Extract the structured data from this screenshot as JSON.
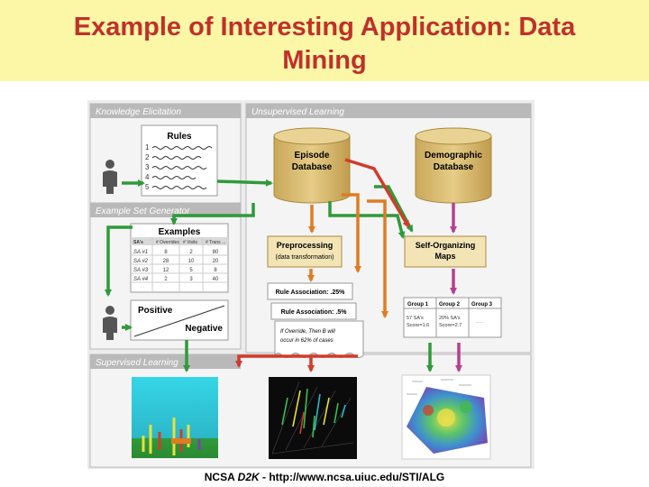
{
  "slide": {
    "title_line1": "Example of Interesting Application: Data",
    "title_line2": "Mining",
    "footer_prefix": "NCSA ",
    "footer_italic": "D2K",
    "footer_suffix": " - http://www.ncsa.uiuc.edu/STI/ALG"
  },
  "panels": {
    "knowledge": "Knowledge Elicitation",
    "unsupervised": "Unsupervised Learning",
    "example_set": "Example Set Generator",
    "supervised": "Supervised  Learning"
  },
  "rules": {
    "title": "Rules",
    "numbers": [
      "1",
      "2",
      "3",
      "4",
      "5"
    ]
  },
  "databases": {
    "episode_l1": "Episode",
    "episode_l2": "Database",
    "demographic_l1": "Demographic",
    "demographic_l2": "Database"
  },
  "examples_table": {
    "title": "Examples",
    "headers": [
      "SA's",
      "# Overrides",
      "# Visits",
      "# Trans ..."
    ],
    "rows": [
      [
        "SA #1",
        "8",
        "2",
        "80"
      ],
      [
        "SA #2",
        "28",
        "10",
        "20"
      ],
      [
        "SA #3",
        "12",
        "5",
        "8"
      ],
      [
        "SA #4",
        "2",
        "3",
        "40"
      ]
    ]
  },
  "preprocessing": {
    "title": "Preprocessing",
    "subtitle": "(data transformation)"
  },
  "som": {
    "title_l1": "Self-Organizing",
    "title_l2": "Maps"
  },
  "positive_negative": {
    "positive": "Positive",
    "negative": "Negative"
  },
  "rule_assoc": {
    "card1": "Rule Association: .25%",
    "card2": "Rule Association: .5%",
    "note_l1": "If Override, Then B will",
    "note_l2": "occur in 62% of cases"
  },
  "groups": {
    "headers": [
      "Group 1",
      "Group 2",
      "Group 3"
    ],
    "g1_l1": "57 SA's",
    "g1_l2": "Score=1.6",
    "g2_l1": "20% SA's",
    "g2_l2": "Score=2.7",
    "g3": ". . ."
  },
  "colors": {
    "title": "#c0302a",
    "title_band": "#fcf7a6",
    "green_arrow": "#2f9a3a",
    "orange_arrow": "#e07b22",
    "red_arrow": "#d23b2b",
    "purple_arrow": "#b5408f",
    "database": "#d7b96a"
  }
}
